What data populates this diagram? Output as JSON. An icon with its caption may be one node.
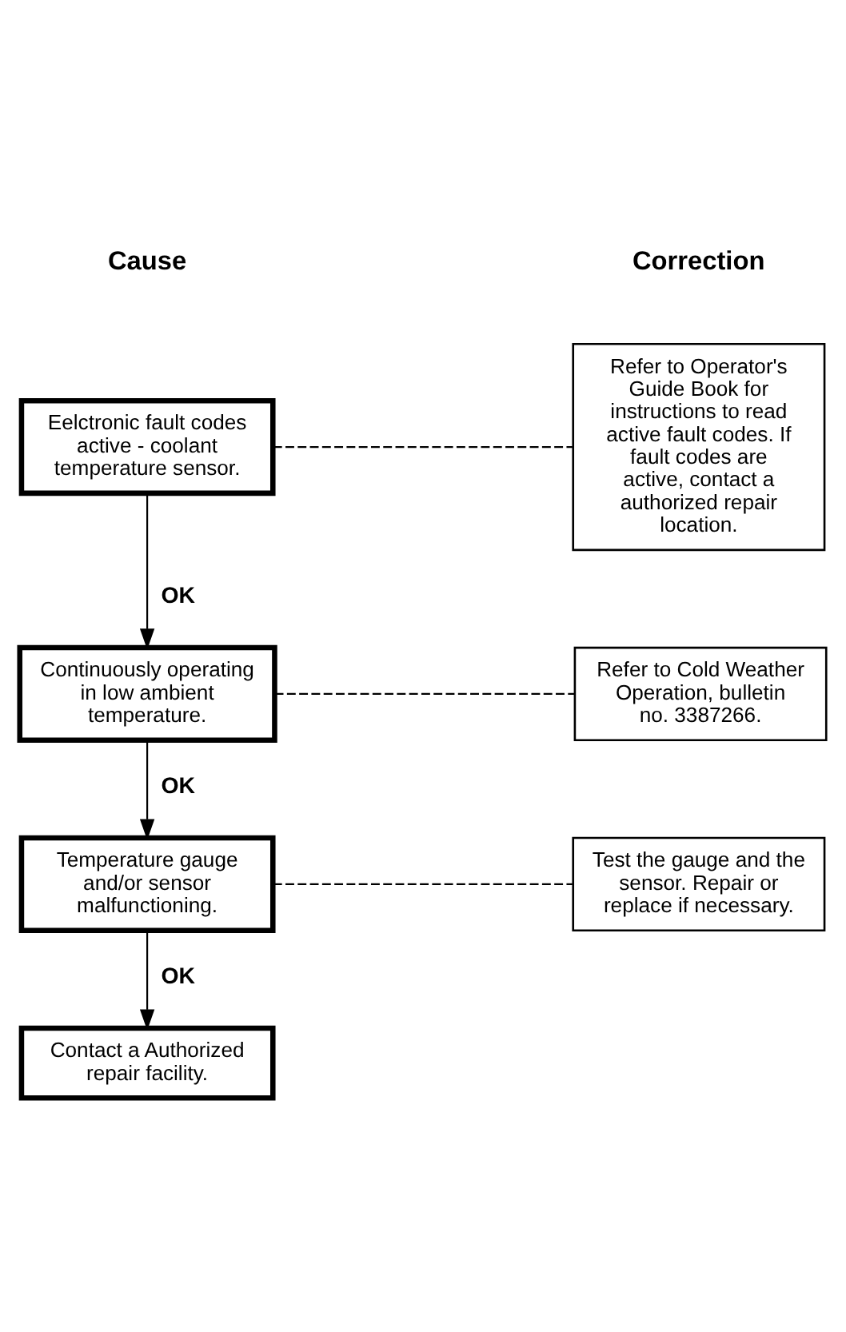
{
  "diagram": {
    "nodes": [
      {
        "text": [
          "Eelctronic fault codes active - coolant temperature sensor."
        ]
      },
      {
        "text": [
          "Refer to Operator's Guide Book for instructions to read active fault codes. If fault codes are active, contact a authorized repair location."
        ]
      },
      {
        "text": [
          "Continuously operating in low ambient temperature."
        ]
      },
      {
        "text": [
          "Refer to Cold Weather Operation, bulletin no. 3387266."
        ]
      },
      {
        "text": [
          "Temperature gauge and/or sensor malfunctioning."
        ]
      },
      {
        "text": [
          "Test the gauge and the sensor. Repair or replace if necessary."
        ]
      },
      {
        "text": [
          "Contact a Authorized repair facility."
        ]
      }
    ],
    "edges": [
      {
        "from": 0,
        "to": 1,
        "arrow": "none",
        "style": "dashed"
      },
      {
        "from": 0,
        "to": 2,
        "arrow": "to",
        "label": "OK"
      },
      {
        "from": 2,
        "to": 3,
        "arrow": "none",
        "style": "dashed"
      },
      {
        "from": 2,
        "to": 4,
        "arrow": "to",
        "label": "OK"
      },
      {
        "from": 4,
        "to": 5,
        "arrow": "none",
        "style": "dashed"
      },
      {
        "from": 4,
        "to": 6,
        "arrow": "to",
        "label": "OK"
      }
    ],
    "labels": [
      "Cause",
      "Correction"
    ]
  }
}
